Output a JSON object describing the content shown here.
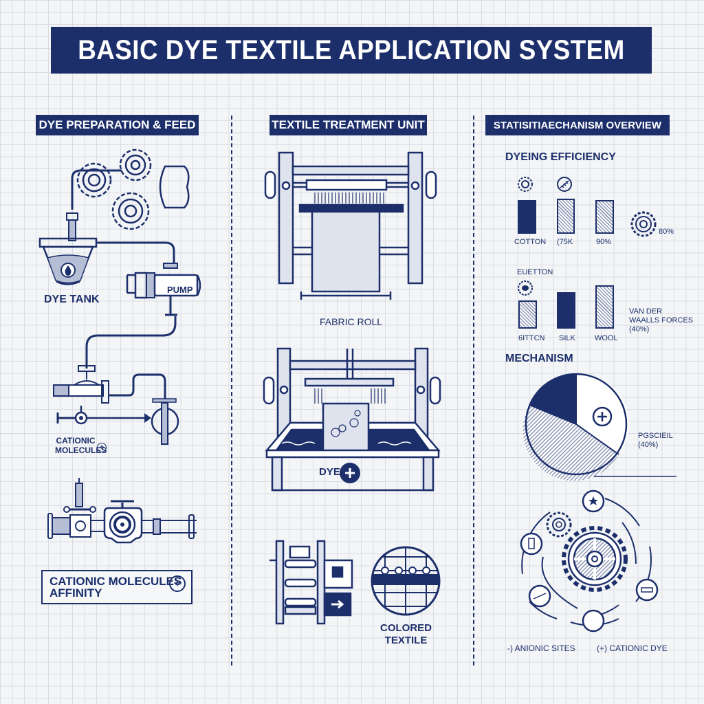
{
  "title": "BASIC DYE TEXTILE APPLICATION SYSTEM",
  "colors": {
    "primary": "#1c2f6b",
    "background": "#f4f5f7",
    "grid": "#d9dde3"
  },
  "sections": {
    "left": {
      "heading": "DYE PREPARATION & FEED",
      "labels": {
        "dye_tank": "DYE TANK",
        "pump": "PUMP",
        "cationic_molecules": "CATIONIC MOLECULES",
        "cationic_plus": "+",
        "affinity_box_line1": "CATIONIC MOLECULES",
        "affinity_box_line2": "AFFINITY",
        "affinity_plus": "+"
      }
    },
    "middle": {
      "heading": "TEXTILE TREATMENT UNIT",
      "labels": {
        "fabric_roll": "FABRIC ROLL",
        "dye": "DYE",
        "dye_plus": "+",
        "colored_textile_line1": "COLORED",
        "colored_textile_line2": "TEXTILE"
      }
    },
    "right": {
      "heading": "STATISITIAECHANISM OVERVIEW",
      "efficiency_title": "DYEING EFFICIENCY",
      "mechanism_title": "MECHANISM",
      "legend": {
        "anionic": "-) ANIONIC SITES",
        "cationic": "(+) CATIONIC DYE"
      }
    }
  },
  "chart_data": [
    {
      "type": "bar",
      "title": "DYEING EFFICIENCY",
      "categories": [
        "COTTON",
        "(75K",
        "90%"
      ],
      "values": [
        75,
        75,
        75
      ],
      "styles": [
        "solid",
        "hatched",
        "hatched"
      ],
      "annotation": "80%"
    },
    {
      "type": "bar",
      "title": "",
      "top_label": "EUETTON",
      "categories": [
        "6ITTCN",
        "SILK",
        "WOOL"
      ],
      "values": [
        60,
        75,
        90
      ],
      "styles": [
        "hatched",
        "solid",
        "hatched"
      ],
      "annotation_lines": [
        "VAN DER",
        "WAALLS FORCES",
        "(40%)"
      ]
    },
    {
      "type": "pie",
      "title": "MECHANISM",
      "slices": [
        {
          "label": "solid",
          "value": 20
        },
        {
          "label": "cationic (+)",
          "value": 35
        },
        {
          "label": "hatched",
          "value": 45
        }
      ],
      "annotation_lines": [
        "PGSCIEIL",
        "(40%)"
      ]
    }
  ]
}
